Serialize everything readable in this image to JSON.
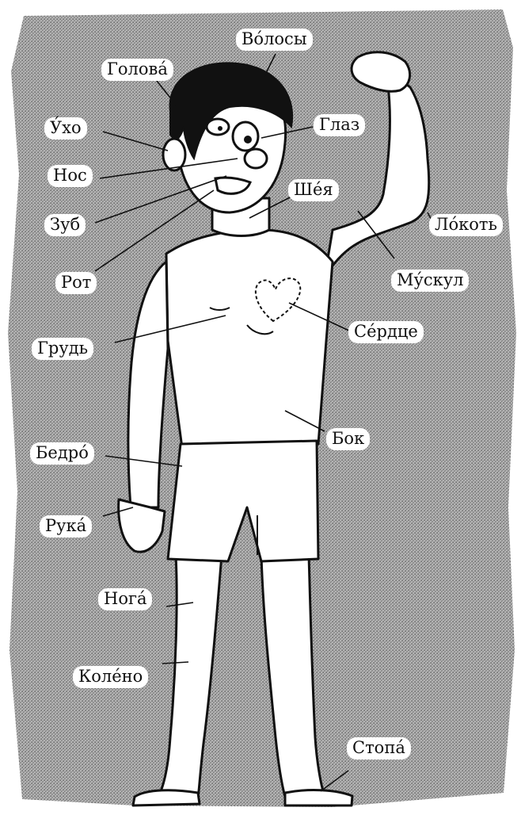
{
  "labels": {
    "golova": "Голова́",
    "volosy": "Во́лосы",
    "ukho": "У́хо",
    "glaz": "Глаз",
    "nos": "Нос",
    "zub": "Зуб",
    "sheya": "Ше́я",
    "lokot": "Ло́коть",
    "rot": "Рот",
    "muskul": "Му́скул",
    "grud": "Грудь",
    "serdtse": "Се́рдце",
    "bok": "Бок",
    "bedro": "Бедро́",
    "ruka": "Рука́",
    "noga": "Нога́",
    "koleno": "Коле́но",
    "stopa": "Стопа́"
  },
  "colors": {
    "background_texture": "#8a8a8a",
    "ink": "#111111",
    "paper": "#ffffff"
  }
}
